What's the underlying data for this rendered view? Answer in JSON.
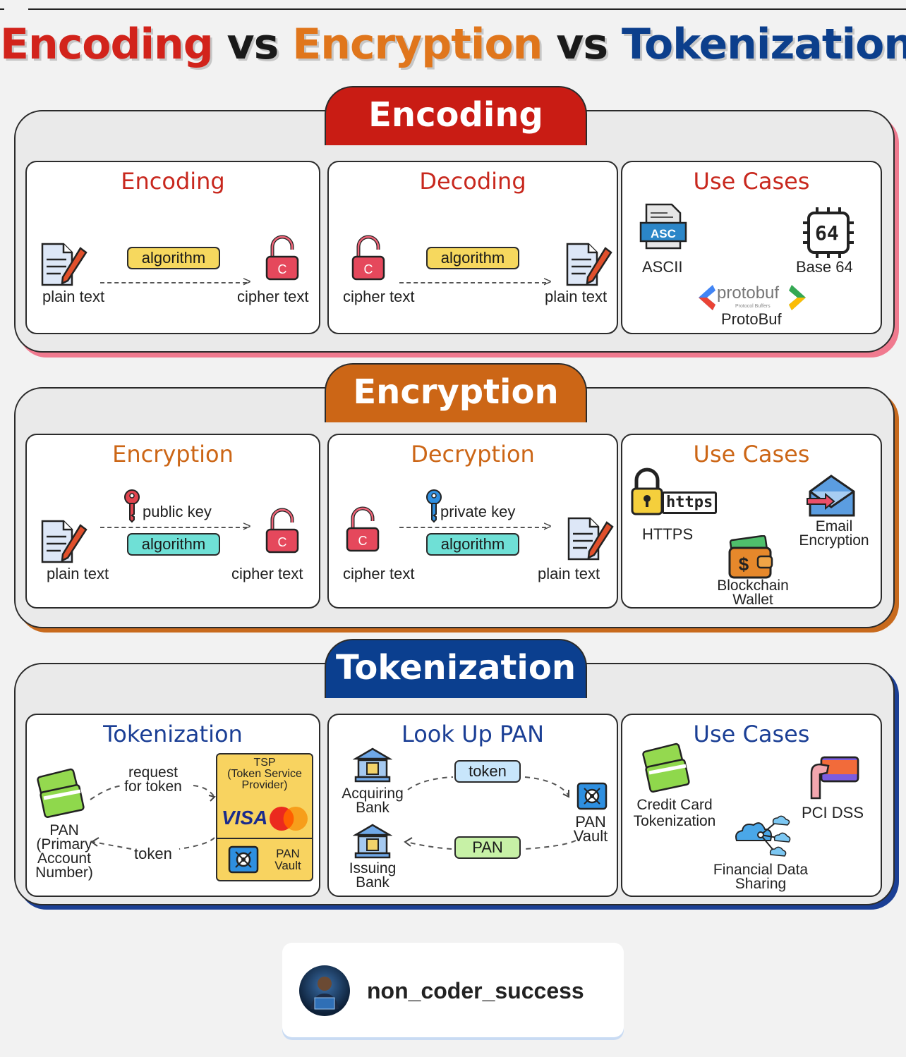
{
  "title": {
    "part1": "Encoding",
    "vs1": " vs ",
    "part2": "Encryption",
    "vs2": " vs ",
    "part3": "Tokenization",
    "colors": {
      "encoding": "#d2231b",
      "encryption": "#e0761c",
      "tokenization": "#0c3f8c",
      "vs": "#1a1a1a"
    }
  },
  "sections": {
    "encoding": {
      "banner": "Encoding",
      "banner_color": "#c91c14",
      "accent": "#f07a8f",
      "panel1": {
        "title": "Encoding",
        "pill": "algorithm",
        "left_label": "plain text",
        "right_label": "cipher text"
      },
      "panel2": {
        "title": "Decoding",
        "pill": "algorithm",
        "left_label": "cipher text",
        "right_label": "plain text"
      },
      "panel3": {
        "title": "Use Cases",
        "ascii_badge": "ASC",
        "ascii": "ASCII",
        "base64_badge": "64",
        "base64": "Base 64",
        "protobuf_logo": "protobuf",
        "protobuf_sub": "Protocol Buffers",
        "protobuf": "ProtoBuf"
      }
    },
    "encryption": {
      "banner": "Encryption",
      "banner_color": "#cc6616",
      "accent": "#c86a1d",
      "panel1": {
        "title": "Encryption",
        "key": "public key",
        "pill": "algorithm",
        "left_label": "plain text",
        "right_label": "cipher text"
      },
      "panel2": {
        "title": "Decryption",
        "key": "private key",
        "pill": "algorithm",
        "left_label": "cipher text",
        "right_label": "plain text"
      },
      "panel3": {
        "title": "Use Cases",
        "https_badge": "https",
        "https": "HTTPS",
        "email_1": "Email",
        "email_2": "Encryption",
        "wallet_1": "Blockchain",
        "wallet_2": "Wallet"
      }
    },
    "tokenization": {
      "banner": "Tokenization",
      "banner_color": "#0b3f8f",
      "accent": "#1b3f95",
      "panel1": {
        "title": "Tokenization",
        "req_1": "request",
        "req_2": "for token",
        "token": "token",
        "pan_1": "PAN",
        "pan_2": "(Primary",
        "pan_3": "Account",
        "pan_4": "Number)",
        "tsp_1": "TSP",
        "tsp_2": "(Token Service",
        "tsp_3": "Provider)",
        "visa": "VISA",
        "vault_1": "PAN",
        "vault_2": "Vault"
      },
      "panel2": {
        "title": "Look Up PAN",
        "acq_1": "Acquiring",
        "acq_2": "Bank",
        "iss_1": "Issuing",
        "iss_2": "Bank",
        "token_pill": "token",
        "pan_pill": "PAN",
        "vault_1": "PAN",
        "vault_2": "Vault"
      },
      "panel3": {
        "title": "Use Cases",
        "cc_1": "Credit Card",
        "cc_2": "Tokenization",
        "pci": "PCI DSS",
        "fin_1": "Financial Data",
        "fin_2": "Sharing"
      }
    }
  },
  "footer": {
    "username": "non_coder_success"
  }
}
